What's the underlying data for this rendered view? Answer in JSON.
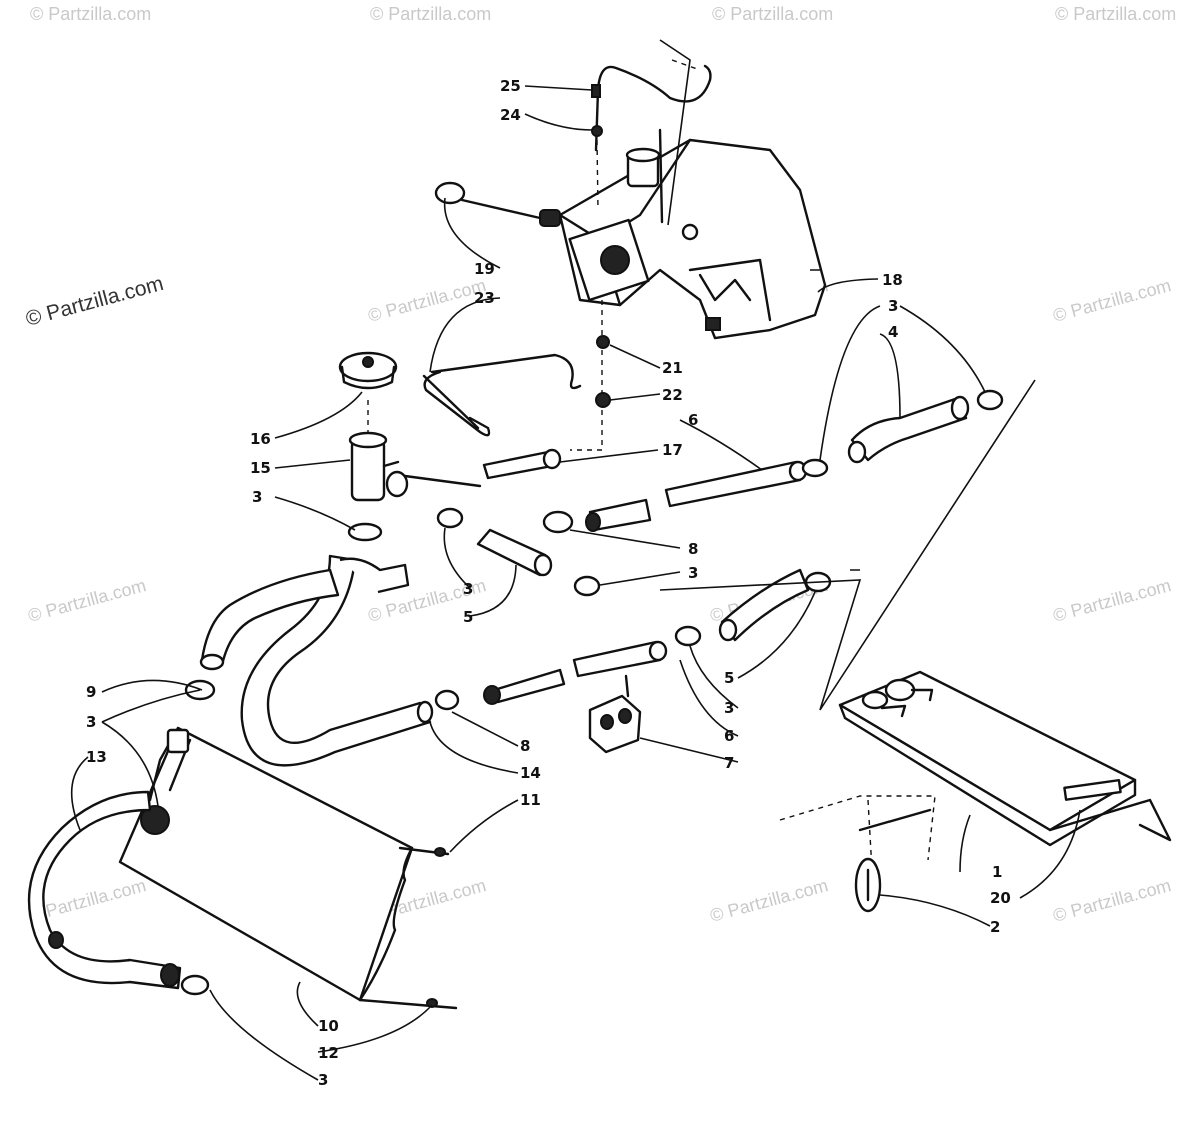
{
  "watermark": {
    "brand_text": "© Partzilla.com",
    "copy_text": "© Partzilla.com"
  },
  "callouts": [
    {
      "id": "c25",
      "text": "25"
    },
    {
      "id": "c24",
      "text": "24"
    },
    {
      "id": "c19",
      "text": "19"
    },
    {
      "id": "c23",
      "text": "23"
    },
    {
      "id": "c18",
      "text": "18"
    },
    {
      "id": "c3a",
      "text": "3"
    },
    {
      "id": "c4",
      "text": "4"
    },
    {
      "id": "c21",
      "text": "21"
    },
    {
      "id": "c22",
      "text": "22"
    },
    {
      "id": "c16",
      "text": "16"
    },
    {
      "id": "c15",
      "text": "15"
    },
    {
      "id": "c6a",
      "text": "6"
    },
    {
      "id": "c17",
      "text": "17"
    },
    {
      "id": "c3b",
      "text": "3"
    },
    {
      "id": "c8a",
      "text": "8"
    },
    {
      "id": "c3c",
      "text": "3"
    },
    {
      "id": "c3d",
      "text": "3"
    },
    {
      "id": "c5a",
      "text": "5"
    },
    {
      "id": "c9",
      "text": "9"
    },
    {
      "id": "c3e",
      "text": "3"
    },
    {
      "id": "c13",
      "text": "13"
    },
    {
      "id": "c5b",
      "text": "5"
    },
    {
      "id": "c3f",
      "text": "3"
    },
    {
      "id": "c8b",
      "text": "8"
    },
    {
      "id": "c6b",
      "text": "6"
    },
    {
      "id": "c7",
      "text": "7"
    },
    {
      "id": "c14",
      "text": "14"
    },
    {
      "id": "c11",
      "text": "11"
    },
    {
      "id": "c1",
      "text": "1"
    },
    {
      "id": "c20",
      "text": "20"
    },
    {
      "id": "c2",
      "text": "2"
    },
    {
      "id": "c10",
      "text": "10"
    },
    {
      "id": "c12",
      "text": "12"
    },
    {
      "id": "c3g",
      "text": "3"
    }
  ]
}
